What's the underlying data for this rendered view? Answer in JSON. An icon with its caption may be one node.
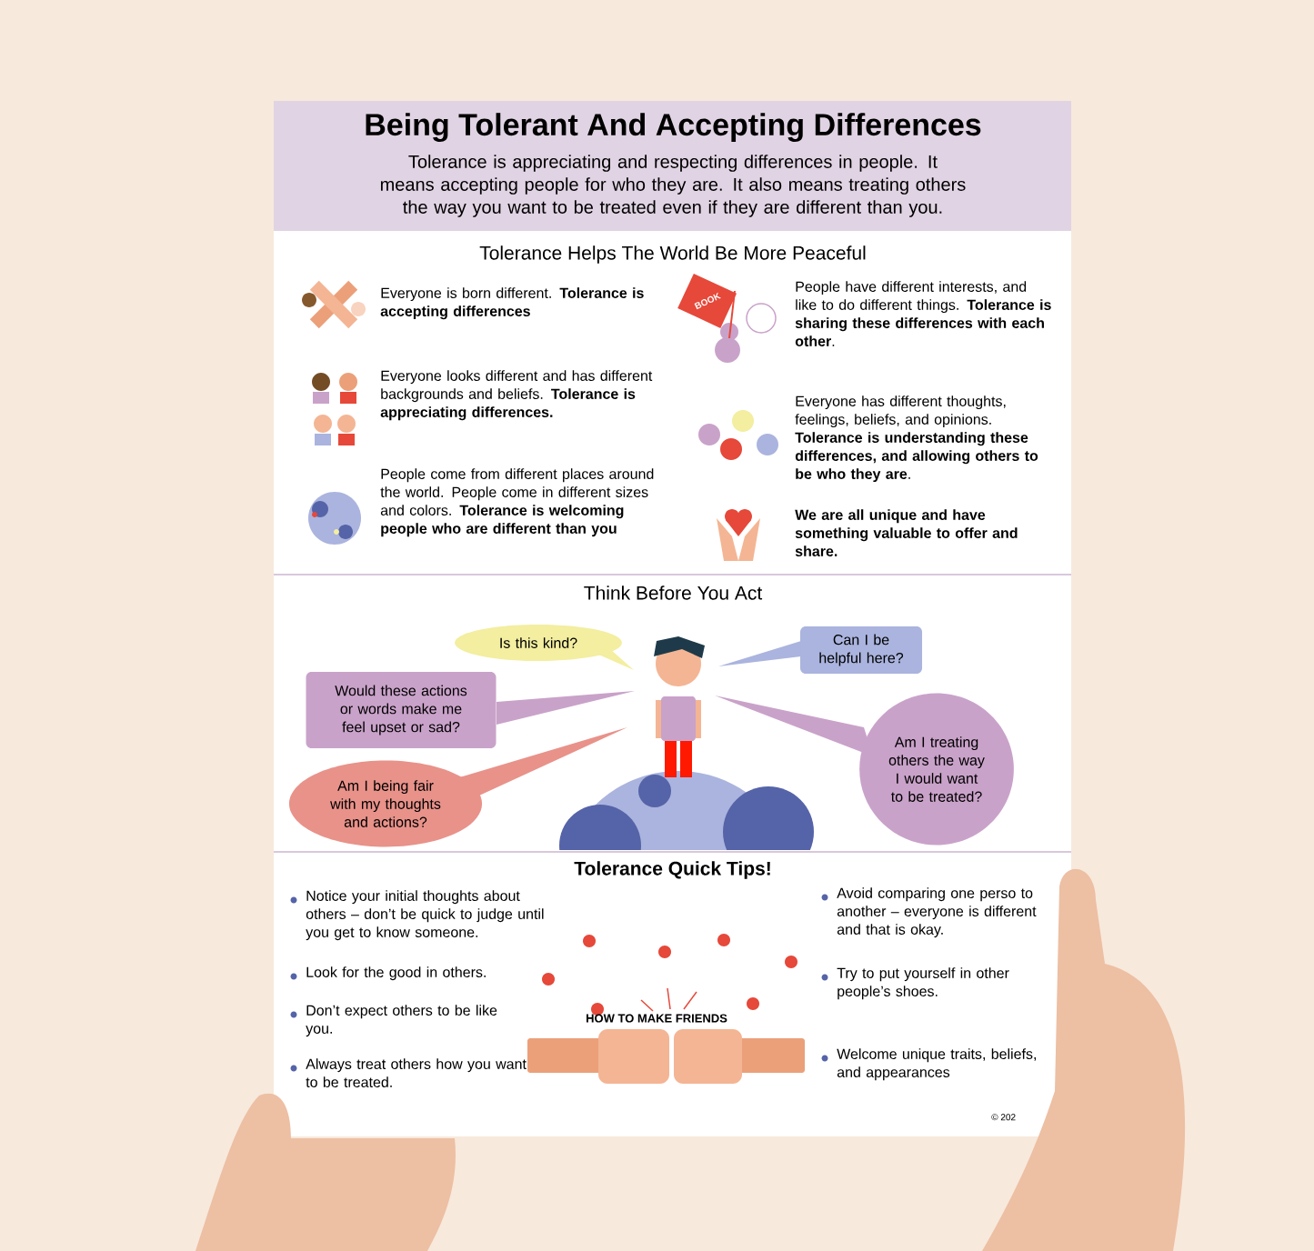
{
  "diagram": {
    "title": "Being Tolerant And Accepting Differences",
    "nodes": [
      {
        "text": [
          "Tolerance is appreciating and respecting differences in people.  It means accepting people for who they are.  It also means treating others the way you want to be treated even if they are different than you."
        ]
      },
      {
        "text": [
          "Is this kind?"
        ]
      },
      {
        "text": [
          "Can I be helpful here?"
        ]
      },
      {
        "text": [
          "Would these actions or words make me feel upset or sad?"
        ]
      },
      {
        "text": [
          "Am I being fair with my thoughts and actions?"
        ]
      },
      {
        "text": [
          "Am I treating others the way I would want to be treated?"
        ]
      }
    ],
    "labels": [
      "Tolerance Helps The World Be More Peaceful",
      "Everyone is born different. **Tolerance is accepting differences**",
      "Everyone looks different and has different backgrounds and beliefs. **Tolerance is appreciating differences.**",
      "People come from different places around the world. People come in different sizes and colors. **Tolerance is welcoming people who are different than you**",
      "People have different interests, and like to do different things. **Tolerance is sharing these differences with each other**.",
      "Everyone has different thoughts, feelings, beliefs, and opinions. **Tolerance is understanding these differences, and allowing others to be who they are**.",
      "We are all unique and have something valuable to offer and share.",
      "BOOK",
      "Think Before You Act",
      "Tolerance Quick Tips!",
      "Notice your initial thoughts about others – don’t be quick to judge until you get to know someone.",
      "Look for the good in others.",
      "Don’t expect others to be like you.",
      "Always treat others how you want to be treated.",
      "Avoid comparing one perso to another – everyone is different and that is okay.",
      "Try to put yourself in other people’s shoes.",
      "Welcome unique traits, beliefs, and appearances",
      "HOW TO MAKE FRIENDS",
      "© 202"
    ]
  }
}
